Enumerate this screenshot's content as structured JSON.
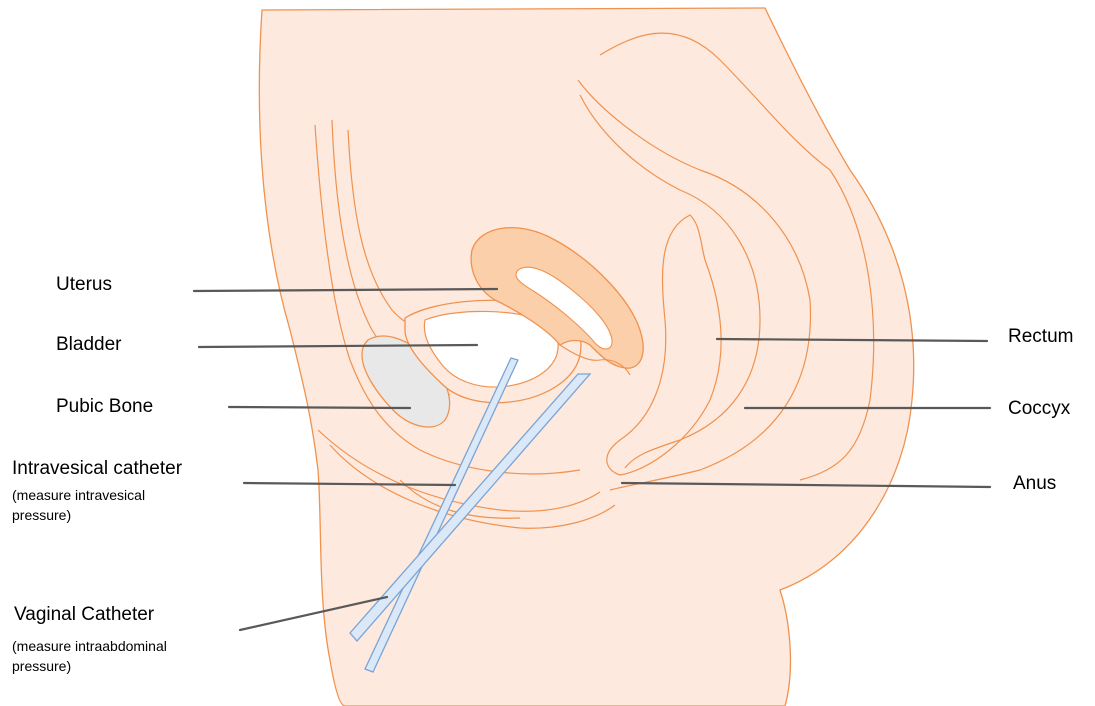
{
  "labels": {
    "uterus": "Uterus",
    "bladder": "Bladder",
    "pubic_bone": "Pubic Bone",
    "intravesical_catheter": "Intravesical catheter",
    "intravesical_note": "(measure intravesical pressure)",
    "vaginal_catheter": "Vaginal Catheter",
    "vaginal_note": "(measure intraabdominal pressure)",
    "rectum": "Rectum",
    "coccyx": "Coccyx",
    "anus": "Anus"
  },
  "colors": {
    "skin": "#fde9de",
    "outline": "#f0924e",
    "uterus_fill": "#fbcfa9",
    "bladder_fill": "#ffffff",
    "bone_fill": "#e8e8e8",
    "catheter_fill": "#dbe8f7",
    "catheter_stroke": "#7aa4d6",
    "leader_line": "#595959"
  }
}
